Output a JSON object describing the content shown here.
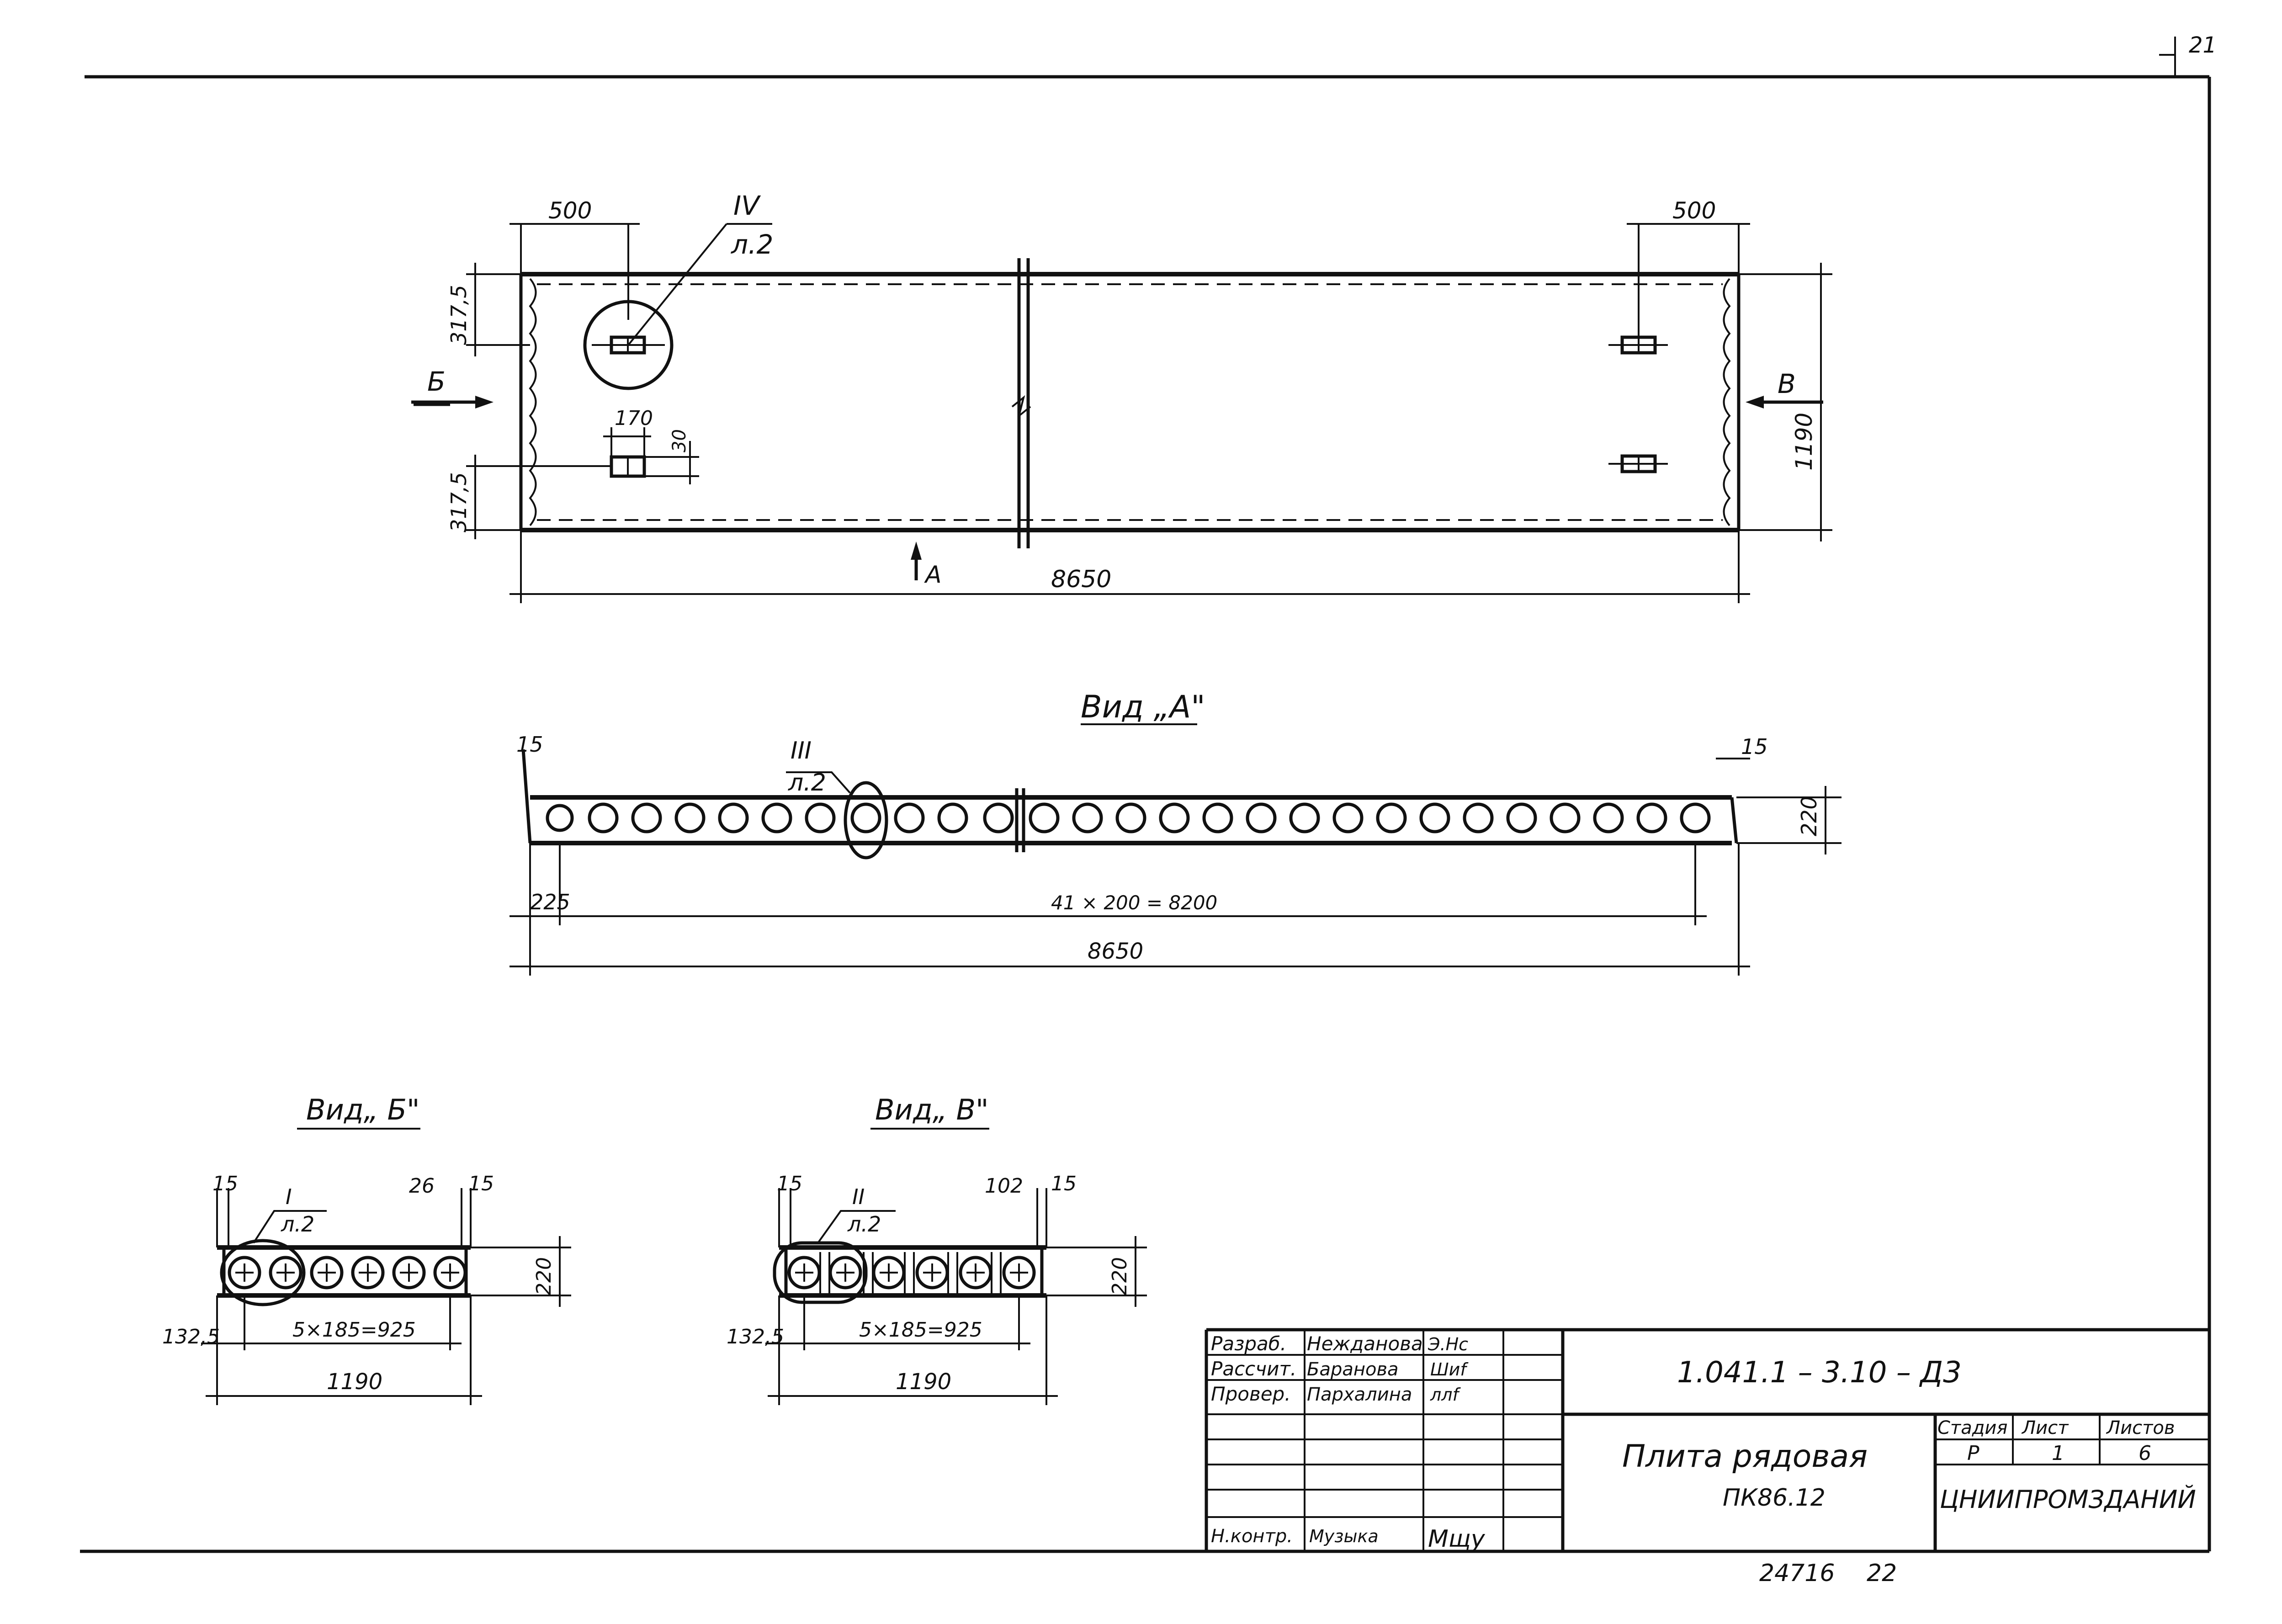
{
  "page_number": "21",
  "plan": {
    "callout_iv_num": "IV",
    "callout_iv_sheet": "л.2",
    "dim_500_left": "500",
    "dim_500_right": "500",
    "dim_317_top": "317,5",
    "dim_317_bottom": "317,5",
    "dim_170": "170",
    "dim_30": "30",
    "dim_1190": "1190",
    "dim_8650": "8650",
    "arrow_b": "Б",
    "arrow_v": "В",
    "arrow_a": "А"
  },
  "view_a": {
    "title": "Вид „А\"",
    "callout_num": "III",
    "callout_sheet": "л.2",
    "dim_15_left": "15",
    "dim_15_right": "15",
    "dim_220": "220",
    "dim_225": "225",
    "dim_pitch": "41 × 200 = 8200",
    "dim_8650": "8650"
  },
  "view_b": {
    "title": "Вид„ Б\"",
    "callout_num": "I",
    "callout_sheet": "л.2",
    "dim_15_left": "15",
    "dim_26": "26",
    "dim_15_right": "15",
    "dim_220": "220",
    "dim_132": "132,5",
    "dim_pitch": "5×185=925",
    "dim_1190": "1190"
  },
  "view_v": {
    "title": "Вид„ В\"",
    "callout_num": "II",
    "callout_sheet": "л.2",
    "dim_15_left": "15",
    "dim_102": "102",
    "dim_15_right": "15",
    "dim_220": "220",
    "dim_132": "132,5",
    "dim_pitch": "5×185=925",
    "dim_1190": "1190"
  },
  "title_block": {
    "code": "1.041.1 – 3.10 – Д3",
    "roles": [
      "Разраб.",
      "Рассчит.",
      "Провер.",
      "Н.контр."
    ],
    "names": [
      "Неждановa",
      "Баранова",
      "Пархалина",
      "Музыка"
    ],
    "signatures": [
      "Э.Нс",
      "Шиf",
      "ллf",
      "Мщу"
    ],
    "product_name": "Плита рядовая",
    "product_mark": "ПК86.12",
    "stage_label": "Стадия",
    "sheet_label": "Лист",
    "sheets_label": "Листов",
    "stage_value": "Р",
    "sheet_value": "1",
    "sheets_value": "6",
    "organization": "ЦНИИПРОМЗДАНИЙ",
    "archive_number": "24716",
    "archive_page": "22"
  }
}
